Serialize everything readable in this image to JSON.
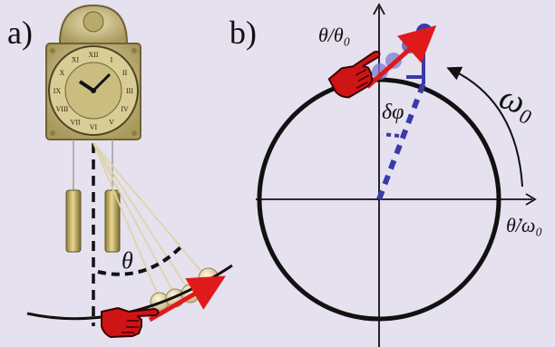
{
  "panels": {
    "a": {
      "label": "a)",
      "theta_label": "θ"
    },
    "b": {
      "label": "b)",
      "y_axis_label": "θ/θ₀",
      "x_axis_label": "θ̇/ω₀",
      "phase_label": "δφ",
      "omega_label": "ω₀"
    }
  },
  "clock": {
    "numerals": [
      "XII",
      "I",
      "II",
      "III",
      "IV",
      "V",
      "VI",
      "VII",
      "VIII",
      "IX",
      "X",
      "XI"
    ]
  },
  "colors": {
    "background": "#e6e1ef",
    "arrow": "#e0191b",
    "hand_fill": "#cf1416",
    "phase_blue": "#3a3aa8",
    "pendulum_bob": "#e2d6b0",
    "clock_brass": "#c7b97e",
    "ink": "#111111"
  },
  "icons": [
    "pointing-hand-icon",
    "wall-clock-icon",
    "arrow-icon"
  ]
}
